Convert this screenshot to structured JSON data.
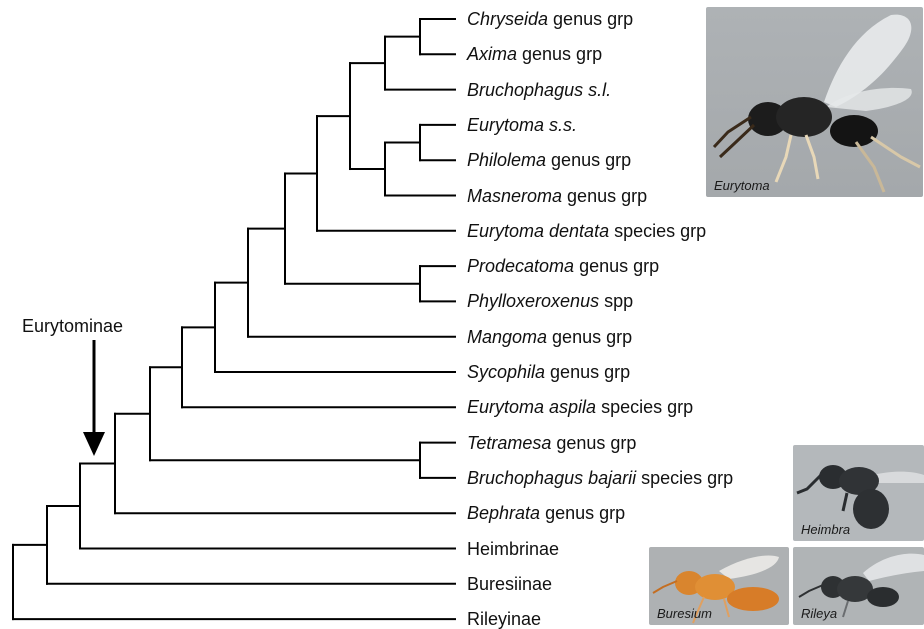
{
  "taxa": [
    {
      "italic": "Chryseida",
      "rest": " genus grp"
    },
    {
      "italic": "Axima",
      "rest": " genus grp"
    },
    {
      "italic": "Bruchophagus s.l.",
      "rest": ""
    },
    {
      "italic": "Eurytoma s.s.",
      "rest": ""
    },
    {
      "italic": "Philolema",
      "rest": " genus grp"
    },
    {
      "italic": "Masneroma",
      "rest": " genus grp"
    },
    {
      "italic": "Eurytoma dentata",
      "rest": " species grp"
    },
    {
      "italic": "Prodecatoma",
      "rest": " genus grp"
    },
    {
      "italic": "Phylloxeroxenus",
      "rest": " spp"
    },
    {
      "italic": "Mangoma",
      "rest": " genus grp"
    },
    {
      "italic": "Sycophila",
      "rest": " genus grp"
    },
    {
      "italic": "Eurytoma aspila",
      "rest": " species grp"
    },
    {
      "italic": "Tetramesa",
      "rest": " genus grp"
    },
    {
      "italic": "Bruchophagus bajarii",
      "rest": " species grp"
    },
    {
      "italic": "Bephrata",
      "rest": " genus grp"
    },
    {
      "italic": "",
      "rest": "Heimbrinae"
    },
    {
      "italic": "",
      "rest": "Buresiinae"
    },
    {
      "italic": "",
      "rest": "Rileyinae"
    }
  ],
  "clade_label": "Eurytominae",
  "photos": {
    "eurytoma": "Eurytoma",
    "heimbra": "Heimbra",
    "buresium": "Buresium",
    "rileya": "Rileya"
  },
  "colors": {
    "line": "#000000",
    "photo_bg": "#a9adb0"
  }
}
